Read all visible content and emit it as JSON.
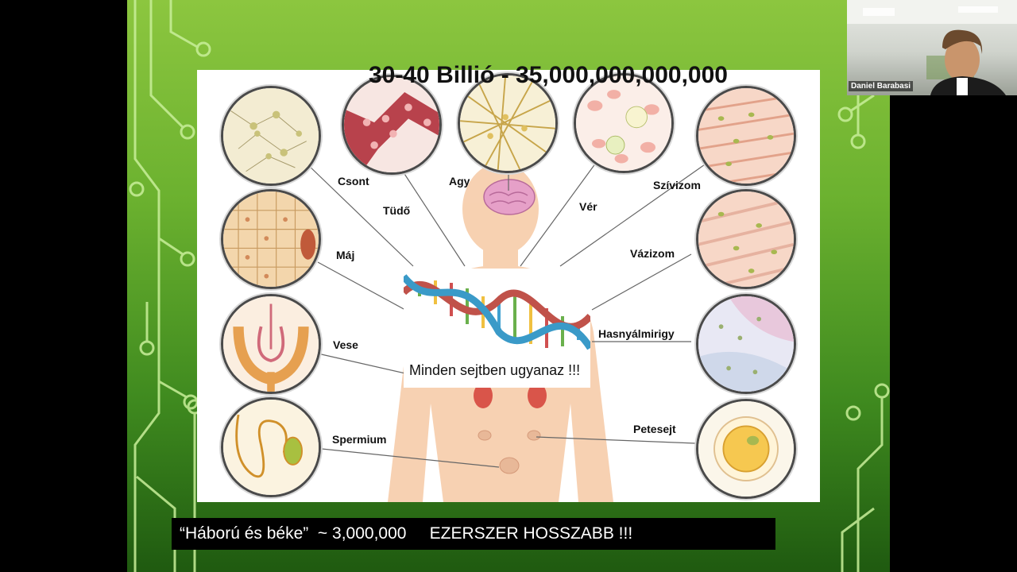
{
  "slide": {
    "heading": "30-40 Billió  - 35,000,000,000,000",
    "dna_caption": "Minden sejtben ugyanaz !!!",
    "bottom_caption": "“Háború és béke”  ~ 3,000,000     EZERSZER HOSSZABB !!!"
  },
  "labels": {
    "bone": "Csont",
    "lung": "Tüdő",
    "brain": "Agy",
    "blood": "Vér",
    "heart_muscle": "Szívizom",
    "liver": "Máj",
    "skeletal_muscle": "Vázizom",
    "kidney": "Vese",
    "pancreas": "Hasnyálmirigy",
    "sperm": "Spermium",
    "egg": "Petesejt"
  },
  "webcam": {
    "participant_name": "Daniel Barabasi"
  },
  "colors": {
    "slide_green": "#6bb12f",
    "circuit_line": "#c9ef9a",
    "body_skin": "#f6c9a4"
  }
}
